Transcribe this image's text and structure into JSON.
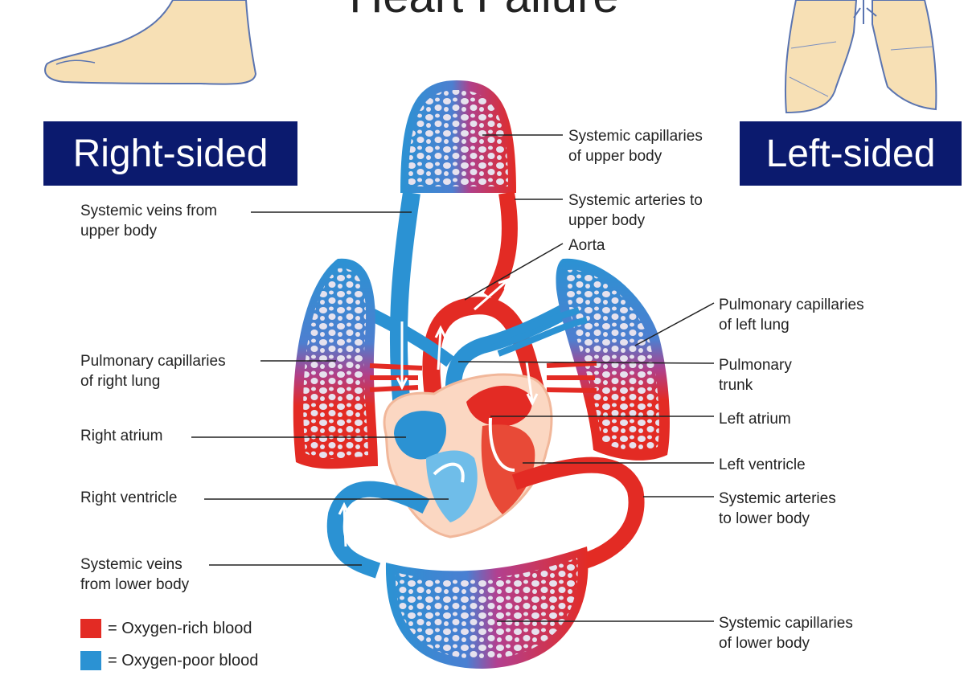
{
  "title": "Heart Failure",
  "headers": {
    "right": "Right-sided",
    "left": "Left-sided"
  },
  "labels": {
    "systemic_veins_upper": [
      "Systemic veins from",
      "upper body"
    ],
    "pulm_cap_right": [
      "Pulmonary capillaries",
      "of right lung"
    ],
    "right_atrium": [
      "Right atrium"
    ],
    "right_ventricle": [
      "Right ventricle"
    ],
    "systemic_veins_lower": [
      "Systemic veins",
      "from lower body"
    ],
    "systemic_cap_upper": [
      "Systemic capillaries",
      "of upper body"
    ],
    "systemic_art_upper": [
      "Systemic arteries to",
      "upper body"
    ],
    "aorta": [
      "Aorta"
    ],
    "pulm_cap_left": [
      "Pulmonary capillaries",
      "of left lung"
    ],
    "pulm_trunk": [
      "Pulmonary",
      "trunk"
    ],
    "left_atrium": [
      "Left atrium"
    ],
    "left_ventricle": [
      "Left ventricle"
    ],
    "systemic_art_lower": [
      "Systemic arteries",
      "to lower body"
    ],
    "systemic_cap_lower": [
      "Systemic capillaries",
      "of lower body"
    ]
  },
  "legend": [
    {
      "text": "= Oxygen-rich blood",
      "color": "#e32b24"
    },
    {
      "text": "= Oxygen-poor blood",
      "color": "#2b92d3"
    }
  ],
  "colors": {
    "oxygen_rich": "#e32b24",
    "oxygen_poor": "#2b92d3",
    "header_bg": "#0b1a6e",
    "skin": "#f7e0b5"
  }
}
